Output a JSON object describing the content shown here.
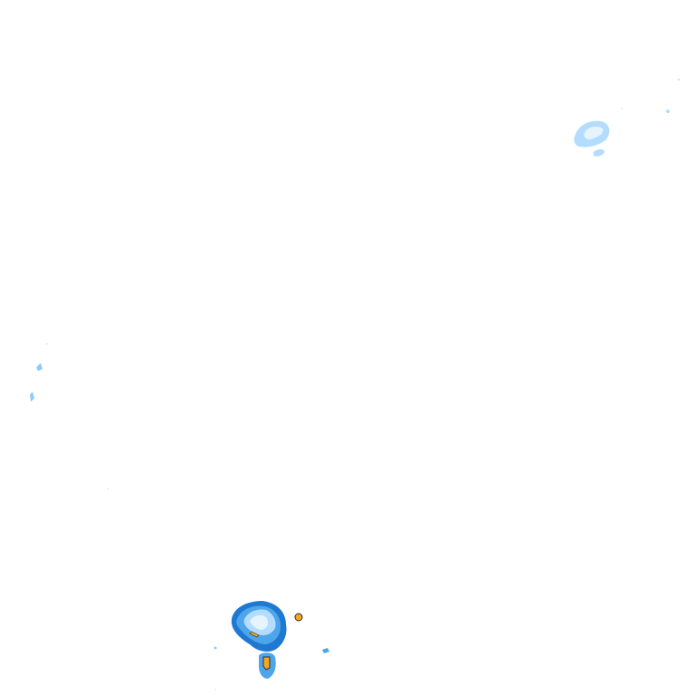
{
  "map": {
    "type": "precipitation-radar-overlay",
    "background": "#ffffff",
    "legend": [],
    "intensity_palette": {
      "very_light": "#e6f4ff",
      "light": "#b3dcff",
      "light_medium": "#8ecbfc",
      "medium": "#4ea6ea",
      "medium_heavy": "#1f78d1",
      "heavy": "#f5a623",
      "outline": "#2d2d2d"
    },
    "echoes": [
      {
        "id": "echo-north-east",
        "intensity": [
          "light",
          "light_medium",
          "very_light"
        ]
      },
      {
        "id": "echo-west-specks",
        "intensity": [
          "light_medium"
        ]
      },
      {
        "id": "echo-south-main",
        "intensity": [
          "medium_heavy",
          "medium",
          "light_medium",
          "very_light",
          "heavy"
        ]
      },
      {
        "id": "echo-south-east-speck",
        "intensity": [
          "medium"
        ]
      }
    ]
  }
}
